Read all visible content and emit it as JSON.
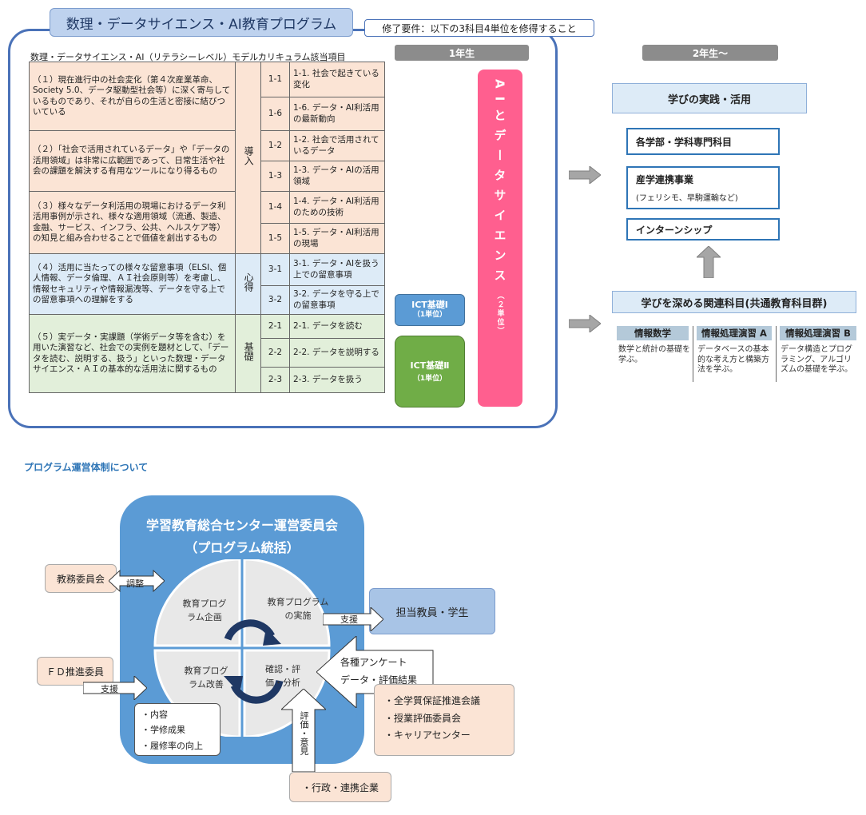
{
  "top": {
    "title": "数理・データサイエンス・AI教育プログラム",
    "requirement": "修了要件：以下の3科目4単位を修得すること",
    "caption": "数理・データサイエンス・AI（リテラシーレベル）モデルカリキュラム該当項目",
    "year1": "1年生",
    "year2": "2年生〜"
  },
  "table": {
    "groups": [
      {
        "cat": "導入",
        "items": [
          {
            "desc": "（１）現在進行中の社会変化（第４次産業革命、Society 5.0、データ駆動型社会等）に深く寄与しているものであり、それが自らの生活と密接に結びついている",
            "rows": [
              {
                "num": "1-1",
                "topic": "1-1. 社会で起きている変化"
              },
              {
                "num": "1-6",
                "topic": "1-6. データ・AI利活用の最新動向"
              }
            ]
          },
          {
            "desc": "（２）「社会で活用されているデータ」や「データの活用領域」は非常に広範囲であって、日常生活や社会の課題を解決する有用なツールになり得るもの",
            "rows": [
              {
                "num": "1-2",
                "topic": "1-2. 社会で活用されているデータ"
              },
              {
                "num": "1-3",
                "topic": "1-3. データ・AIの活用領域"
              }
            ]
          },
          {
            "desc": "（３）様々なデータ利活用の現場におけるデータ利活用事例が示され、様々な適用領域（流通、製造、金融、サービス、インフラ、公共、ヘルスケア等）の知見と組み合わせることで価値を創出するもの",
            "rows": [
              {
                "num": "1-4",
                "topic": "1-4. データ・AI利活用のための技術"
              },
              {
                "num": "1-5",
                "topic": "1-5. データ・AI利活用の現場"
              }
            ]
          }
        ]
      },
      {
        "cat": "心得",
        "items": [
          {
            "desc": "（４）活用に当たっての様々な留意事項（ELSI、個人情報、データ倫理、ＡＩ社会原則等）を考慮し、情報セキュリティや情報漏洩等、データを守る上での留意事項への理解をする",
            "rows": [
              {
                "num": "3-1",
                "topic": "3-1. データ・AIを扱う上での留意事項"
              },
              {
                "num": "3-2",
                "topic": "3-2. データを守る上での留意事項"
              }
            ]
          }
        ]
      },
      {
        "cat": "基礎",
        "items": [
          {
            "desc": "（５）実データ・実課題（学術データ等を含む）を用いた演習など、社会での実例を題材として、「データを読む、説明する、扱う」といった数理・データサイエンス・ＡＩの基本的な活用法に関するもの",
            "rows": [
              {
                "num": "2-1",
                "topic": "2-1. データを読む"
              },
              {
                "num": "2-2",
                "topic": "2-2. データを説明する"
              },
              {
                "num": "2-3",
                "topic": "2-3. データを扱う"
              }
            ]
          }
        ]
      }
    ]
  },
  "courses": {
    "ict1_name": "ICT基礎Ⅰ",
    "ict1_units": "（1単位）",
    "ict2_name": "ICT基礎Ⅱ",
    "ict2_units": "（1単位）",
    "ai_name": "AIとデータサイエンス",
    "ai_units": "（２単位）"
  },
  "right": {
    "practice": "学びの実践・活用",
    "dept": "各学部・学科専門科目",
    "industry": "産学連携事業",
    "industry_sub": "(フェリシモ、早駒運輸など)",
    "intern": "インターンシップ",
    "deep": "学びを深める関連科目(共通教育科目群)",
    "subjects": [
      {
        "name": "情報数学",
        "desc": "数学と統計の基礎を学ぶ。"
      },
      {
        "name": "情報処理演習 A",
        "desc": "データベースの基本的な考え方と構築方法を学ぶ。"
      },
      {
        "name": "情報処理演習 B",
        "desc": "データ構造とプログラミング、アルゴリズムの基礎を学ぶ。"
      }
    ]
  },
  "bottom": {
    "section_title": "プログラム運営体制について",
    "center_title": "学習教育総合センター運営委員会",
    "center_sub": "（プログラム統括）",
    "q1": "教育プログ\nラム企画",
    "q2": "教育プログラム\nの実施",
    "q3": "教育プログ\nラム改善",
    "q4": "確認・評\n価・分析",
    "kyomu": "教務委員会",
    "chousei": "調整",
    "fd": "ＦＤ推進委員",
    "shien1": "支援",
    "tanto": "担当教員・学生",
    "shien2": "支援",
    "survey1": "各種アンケート",
    "survey2": "データ・評価結果",
    "improve_items": [
      "・内容",
      "・学修成果",
      "・履修率の向上"
    ],
    "assure_items": [
      "・全学質保証推進会議",
      "・授業評価委員会",
      "・キャリアセンター"
    ],
    "opinion": "評価・意見",
    "gov": "・行政・連携企業"
  }
}
